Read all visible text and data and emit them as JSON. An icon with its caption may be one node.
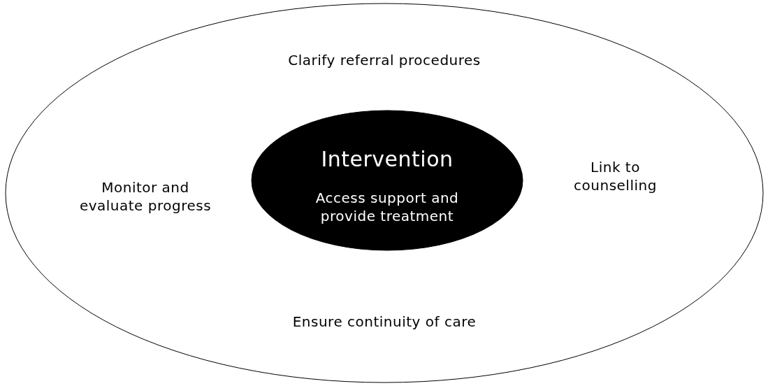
{
  "diagram": {
    "nodes": [
      {
        "text": [
          "Clarify referral procedures",
          "Monitor and evaluate progress",
          "Link to counselling",
          "Ensure continuity of care"
        ]
      },
      {
        "text": [
          "Intervention",
          "Access support and provide treatment"
        ],
        "in": 0
      }
    ],
    "edges": []
  }
}
